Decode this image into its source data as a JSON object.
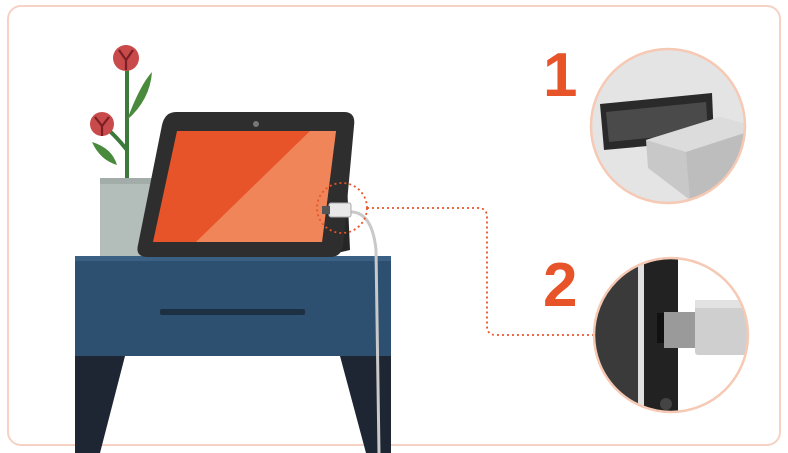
{
  "steps": [
    {
      "number": "1",
      "illustration": "usb-port-closeup"
    },
    {
      "number": "2",
      "illustration": "usb-plug-in-device-side"
    }
  ],
  "colors": {
    "accent": "#e8542a",
    "card_border": "#f6d2c4",
    "table": "#2d5070",
    "device_frame": "#2e2e2e",
    "screen": "#e8542a",
    "screen_light": "#f0855a"
  },
  "icons": [
    "flower-vase-icon",
    "smart-display-icon",
    "usb-cable-icon",
    "table-icon"
  ]
}
